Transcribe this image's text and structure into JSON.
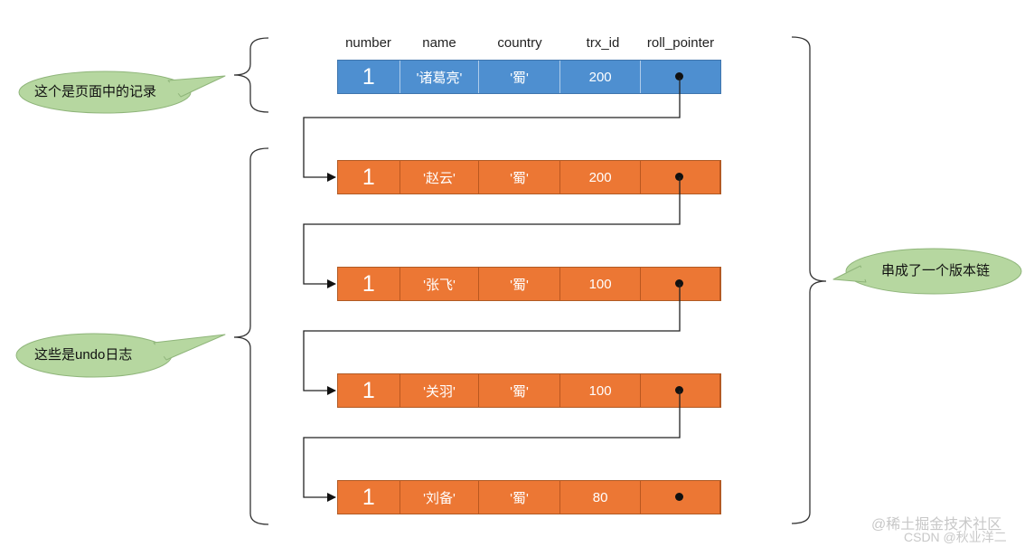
{
  "headers": {
    "number": "number",
    "name": "name",
    "country": "country",
    "trx_id": "trx_id",
    "roll_pointer": "roll_pointer"
  },
  "record": {
    "number": "1",
    "name": "'诸葛亮'",
    "country": "'蜀'",
    "trx_id": "200"
  },
  "undo_logs": [
    {
      "number": "1",
      "name": "'赵云'",
      "country": "'蜀'",
      "trx_id": "200"
    },
    {
      "number": "1",
      "name": "'张飞'",
      "country": "'蜀'",
      "trx_id": "100"
    },
    {
      "number": "1",
      "name": "'关羽'",
      "country": "'蜀'",
      "trx_id": "100"
    },
    {
      "number": "1",
      "name": "'刘备'",
      "country": "'蜀'",
      "trx_id": "80"
    }
  ],
  "callouts": {
    "page_record": "这个是页面中的记录",
    "undo_logs": "这些是undo日志",
    "version_chain": "串成了一个版本链"
  },
  "colors": {
    "record_fill": "#4e8fd0",
    "undo_fill": "#ec7734",
    "callout_fill": "#b6d7a0"
  },
  "watermark": {
    "line1": "@稀土掘金技术社区",
    "line2": "CSDN @秋业洋二"
  }
}
